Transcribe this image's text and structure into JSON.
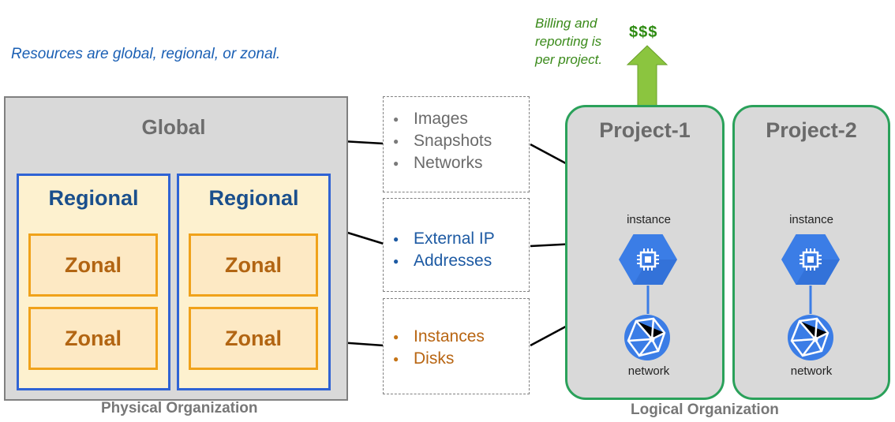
{
  "caption": "Resources are global, regional, or zonal.",
  "billing_note": [
    "Billing and",
    "reporting is",
    "per project."
  ],
  "billing_symbol": "$$$",
  "physical": {
    "global_label": "Global",
    "regional_label": "Regional",
    "zonal_label": "Zonal",
    "org_label": "Physical Organization"
  },
  "resources": {
    "global_items": [
      "Images",
      "Snapshots",
      "Networks"
    ],
    "regional_items": [
      "External IP",
      "Addresses"
    ],
    "zonal_items": [
      "Instances",
      "Disks"
    ]
  },
  "logical": {
    "project1_title": "Project-1",
    "project2_title": "Project-2",
    "instance_label": "instance",
    "network_label": "network",
    "org_label": "Logical Organization"
  },
  "colors": {
    "global_fill": "#d9d9d9",
    "regional_border": "#2f63d4",
    "zonal_border": "#f0a21a",
    "project_border": "#2aa15a",
    "arrow_green": "#8bc53f",
    "icon_blue": "#3b7de6"
  }
}
